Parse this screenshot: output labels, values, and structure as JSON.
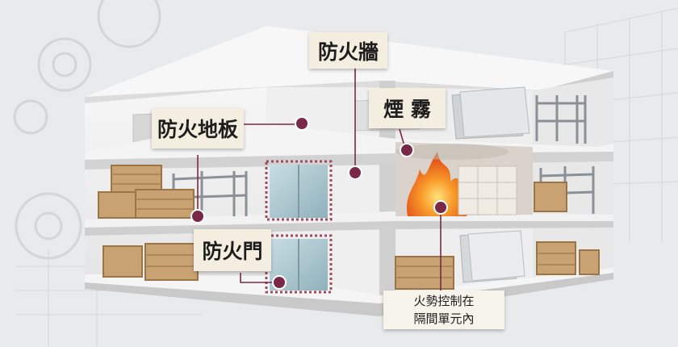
{
  "labels": {
    "firewall": "防火牆",
    "smoke": "煙 霧",
    "fire_floor": "防火地板",
    "fire_door": "防火門",
    "compartment_line1": "火勢控制在",
    "compartment_line2": "隔間單元內"
  },
  "colors": {
    "marker": "#7a2848",
    "leader_line": "#7a2848",
    "fire_door_frame": "#a04a5e",
    "crate": "#c9a274",
    "flame": "#f0761f"
  }
}
